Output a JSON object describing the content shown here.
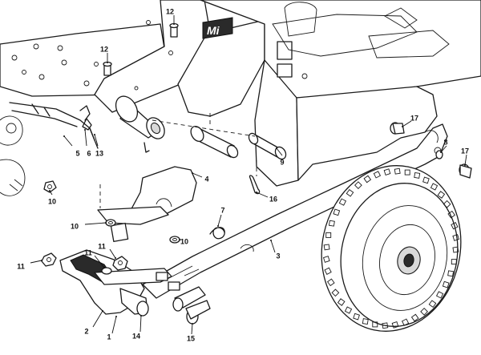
{
  "diagram": {
    "brand_stamp": "Mi",
    "callouts": [
      "12",
      "12",
      "5",
      "6",
      "13",
      "10",
      "4",
      "9",
      "16",
      "17",
      "8",
      "17",
      "7",
      "10",
      "10",
      "3",
      "11",
      "11",
      "11",
      "2",
      "1",
      "14",
      "15"
    ]
  },
  "colors": {
    "line": "#1a1a1a",
    "background": "#ffffff",
    "tread": "#2a2a2a"
  }
}
